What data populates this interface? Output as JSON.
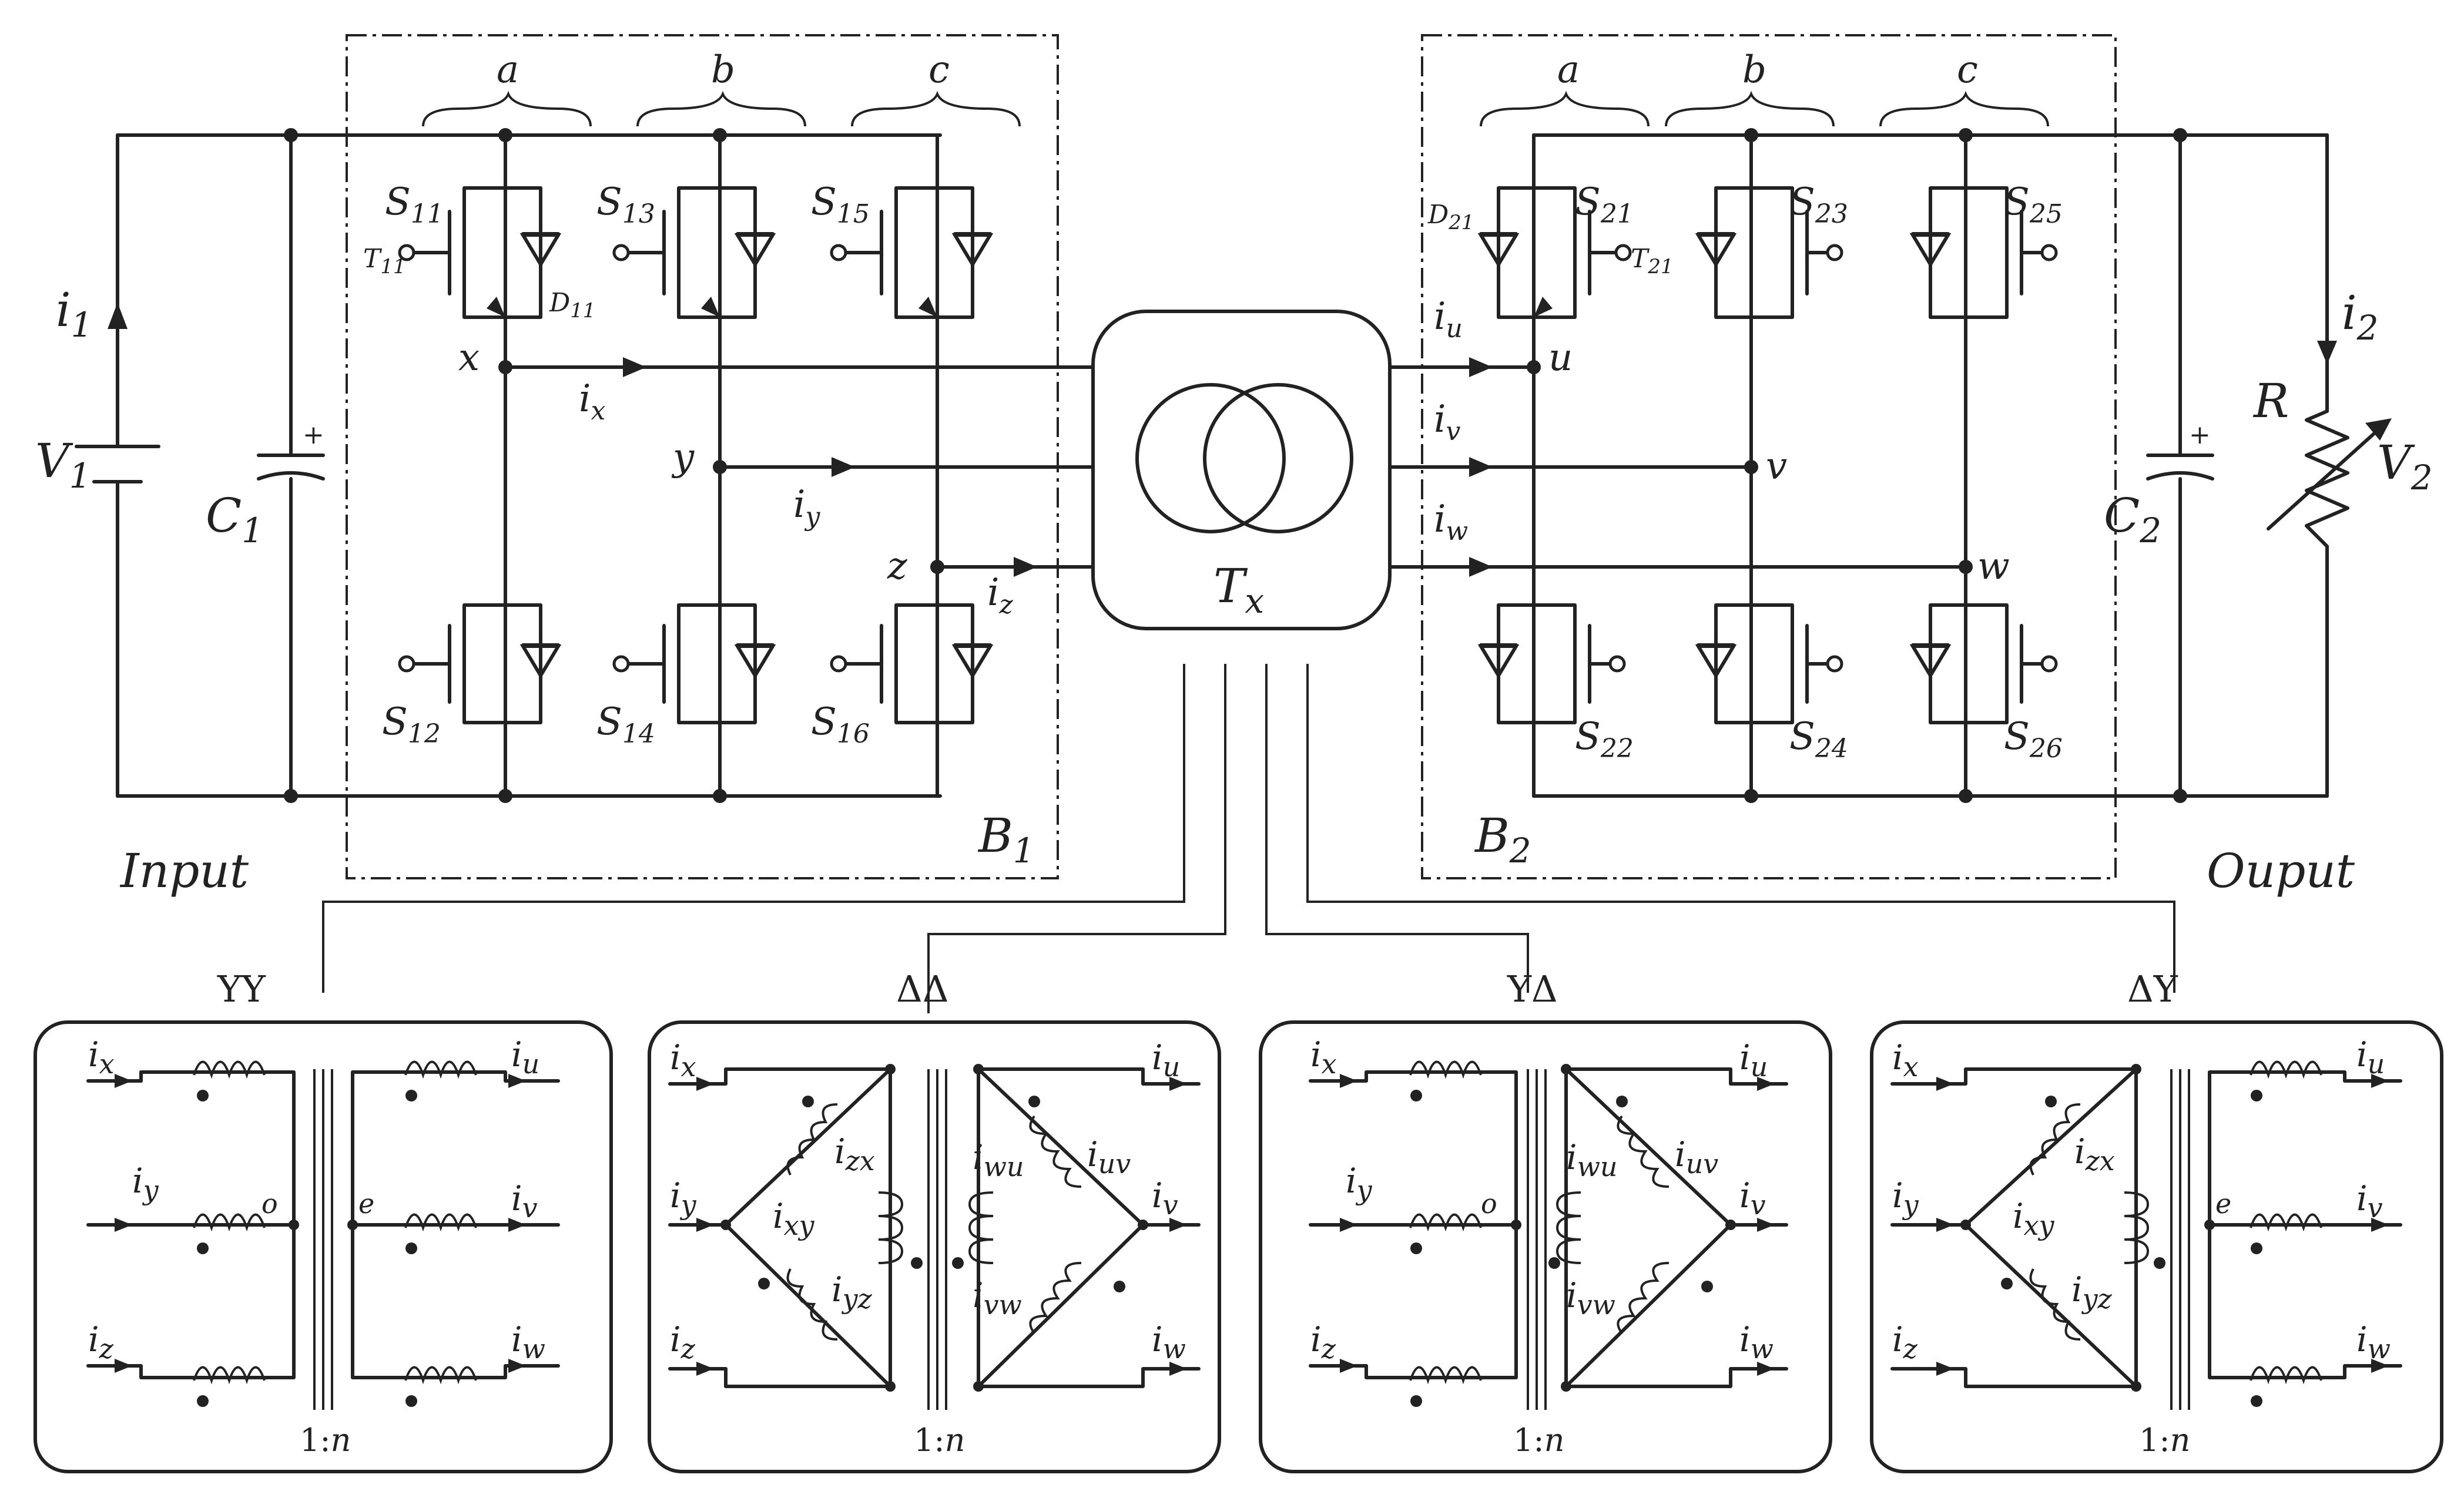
{
  "source": {
    "label": "V",
    "sub": "1"
  },
  "cap_in": {
    "label": "C",
    "sub": "1"
  },
  "cur_in": {
    "label": "i",
    "sub": "1"
  },
  "bridge1": {
    "label": "B",
    "sub": "1",
    "legs": [
      "a",
      "b",
      "c"
    ],
    "switches_top": [
      {
        "label": "S",
        "sub": "11"
      },
      {
        "label": "S",
        "sub": "13"
      },
      {
        "label": "S",
        "sub": "15"
      }
    ],
    "switches_bot": [
      {
        "label": "S",
        "sub": "12"
      },
      {
        "label": "S",
        "sub": "14"
      },
      {
        "label": "S",
        "sub": "16"
      }
    ],
    "gate": {
      "label": "T",
      "sub": "11"
    },
    "diode": {
      "label": "D",
      "sub": "11"
    },
    "nodes": [
      "x",
      "y",
      "z"
    ],
    "currents": [
      {
        "label": "i",
        "sub": "x"
      },
      {
        "label": "i",
        "sub": "y"
      },
      {
        "label": "i",
        "sub": "z"
      }
    ]
  },
  "transformer": {
    "label": "T",
    "sub": "x"
  },
  "bridge2": {
    "label": "B",
    "sub": "2",
    "legs": [
      "a",
      "b",
      "c"
    ],
    "switches_top": [
      {
        "label": "S",
        "sub": "21"
      },
      {
        "label": "S",
        "sub": "23"
      },
      {
        "label": "S",
        "sub": "25"
      }
    ],
    "switches_bot": [
      {
        "label": "S",
        "sub": "22"
      },
      {
        "label": "S",
        "sub": "24"
      },
      {
        "label": "S",
        "sub": "26"
      }
    ],
    "gate": {
      "label": "T",
      "sub": "21"
    },
    "diode": {
      "label": "D",
      "sub": "21"
    },
    "nodes": [
      "u",
      "v",
      "w"
    ],
    "currents": [
      {
        "label": "i",
        "sub": "u"
      },
      {
        "label": "i",
        "sub": "v"
      },
      {
        "label": "i",
        "sub": "w"
      }
    ]
  },
  "cap_out": {
    "label": "C",
    "sub": "2"
  },
  "load": {
    "label": "R"
  },
  "output_voltage": {
    "label": "V",
    "sub": "2"
  },
  "cur_out": {
    "label": "i",
    "sub": "2"
  },
  "input_label": "Input",
  "output_label": "Ouput",
  "configs": [
    {
      "title": "YY",
      "ratio": "1:",
      "ratio_n": "n",
      "star_node_left": "o",
      "star_node_right": "e"
    },
    {
      "title": "ΔΔ",
      "ratio": "1:",
      "ratio_n": "n"
    },
    {
      "title": "YΔ",
      "ratio": "1:",
      "ratio_n": "n",
      "star_node_left": "o"
    },
    {
      "title": "ΔY",
      "ratio": "1:",
      "ratio_n": "n",
      "star_node_right": "e"
    }
  ],
  "prim_currents": [
    {
      "label": "i",
      "sub": "x"
    },
    {
      "label": "i",
      "sub": "y"
    },
    {
      "label": "i",
      "sub": "z"
    }
  ],
  "sec_currents": [
    {
      "label": "i",
      "sub": "u"
    },
    {
      "label": "i",
      "sub": "v"
    },
    {
      "label": "i",
      "sub": "w"
    }
  ],
  "delta_prim": [
    {
      "label": "i",
      "sub": "zx"
    },
    {
      "label": "i",
      "sub": "xy"
    },
    {
      "label": "i",
      "sub": "yz"
    }
  ],
  "delta_sec": [
    {
      "label": "i",
      "sub": "wu"
    },
    {
      "label": "i",
      "sub": "uv"
    },
    {
      "label": "i",
      "sub": "vw"
    }
  ]
}
